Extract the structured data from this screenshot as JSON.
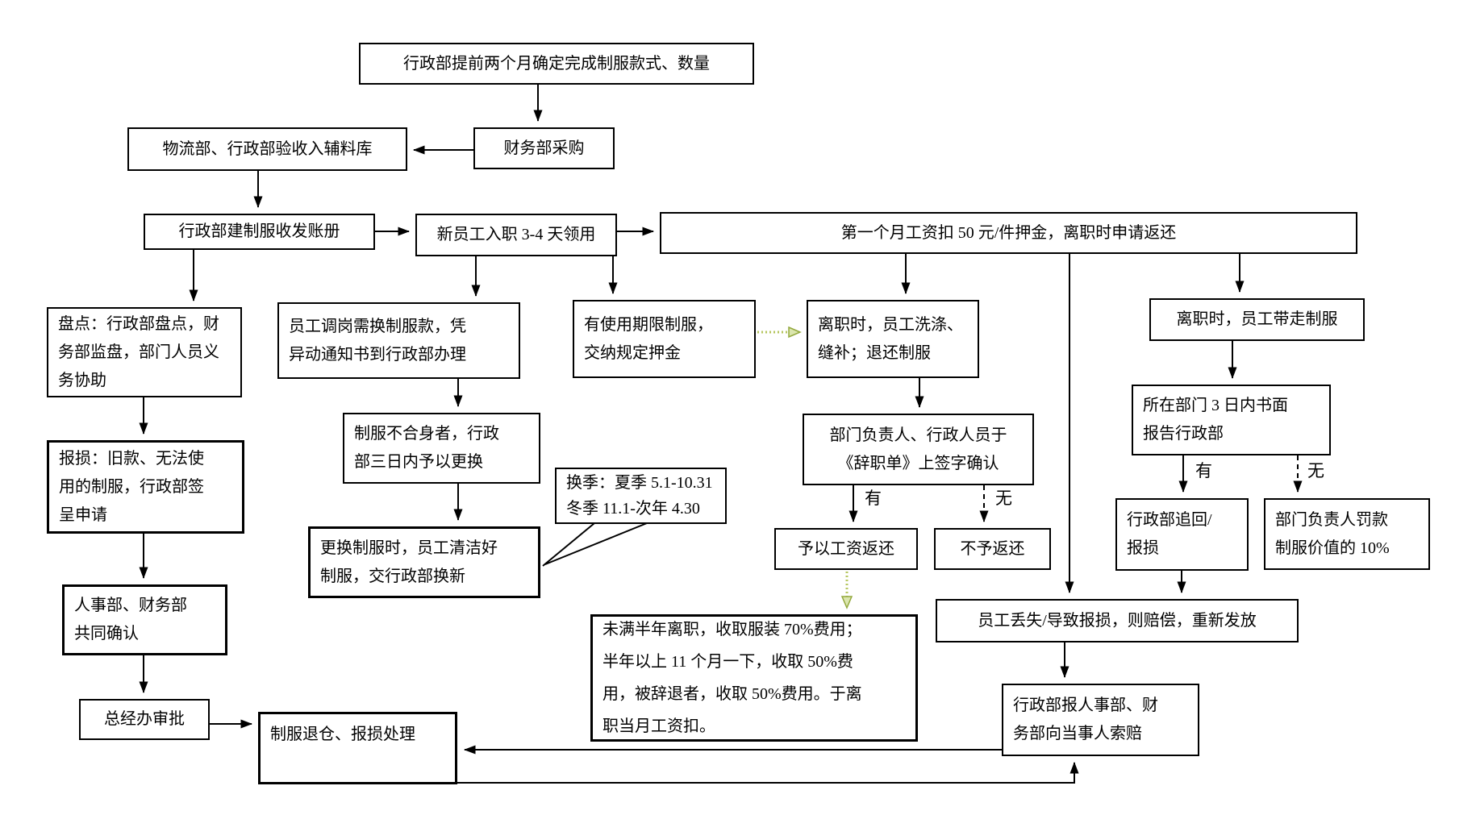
{
  "labels": {
    "yes": "有",
    "no": "无"
  },
  "colors": {
    "line": "#000000",
    "green_arrow": "#b6c65f",
    "green_arrow_fill": "#dbe6ae"
  },
  "nodes": {
    "plan": "行政部提前两个月确定完成制服款式、数量",
    "finance_purchase": "财务部采购",
    "receive_warehouse": "物流部、行政部验收入辅料库",
    "ledger": "行政部建制服收发账册",
    "new_staff": "新员工入职 3-4 天领用",
    "deposit": "第一个月工资扣 50 元/件押金，离职时申请返还",
    "inventory": "盘点：行政部盘点，财\n务部监盘，部门人员义\n务协助",
    "transfer": "员工调岗需换制服款，凭\n异动通知书到行政部办理",
    "limited_term": "有使用期限制服，\n交纳规定押金",
    "resign_wash": "离职时，员工洗涤、\n缝补；退还制服",
    "resign_takeaway": "离职时，员工带走制服",
    "damage_report": "报损：旧款、无法使\n用的制服，行政部签\n呈申请",
    "unfit": "制服不合身者，行政\n部三日内予以更换",
    "dept_report": "所在部门 3 日内书面\n报告行政部",
    "season": "换季：夏季 5.1-10.31\n冬季 11.1-次年 4.30",
    "sign_confirm": "部门负责人、行政人员于\n《辞职单》上签字确认",
    "change_uniform": "更换制服时，员工清洁好\n制服，交行政部换新",
    "refund": "予以工资返还",
    "no_refund": "不予返还",
    "recover": "行政部追回/\n报损",
    "fine": "部门负责人罚款\n制服价值的 10%",
    "hr_confirm": "人事部、财务部\n共同确认",
    "lost": "员工丢失/导致报损，则赔偿，重新发放",
    "half_year": "未满半年离职，收取服装 70%费用；\n半年以上 11 个月一下，收取 50%费\n用，被辞退者，收取 50%费用。于离\n职当月工资扣。",
    "gm_approve": "总经办审批",
    "return_store": "制服退仓、报损处理",
    "claim": "行政部报人事部、财\n务部向当事人索赔"
  }
}
